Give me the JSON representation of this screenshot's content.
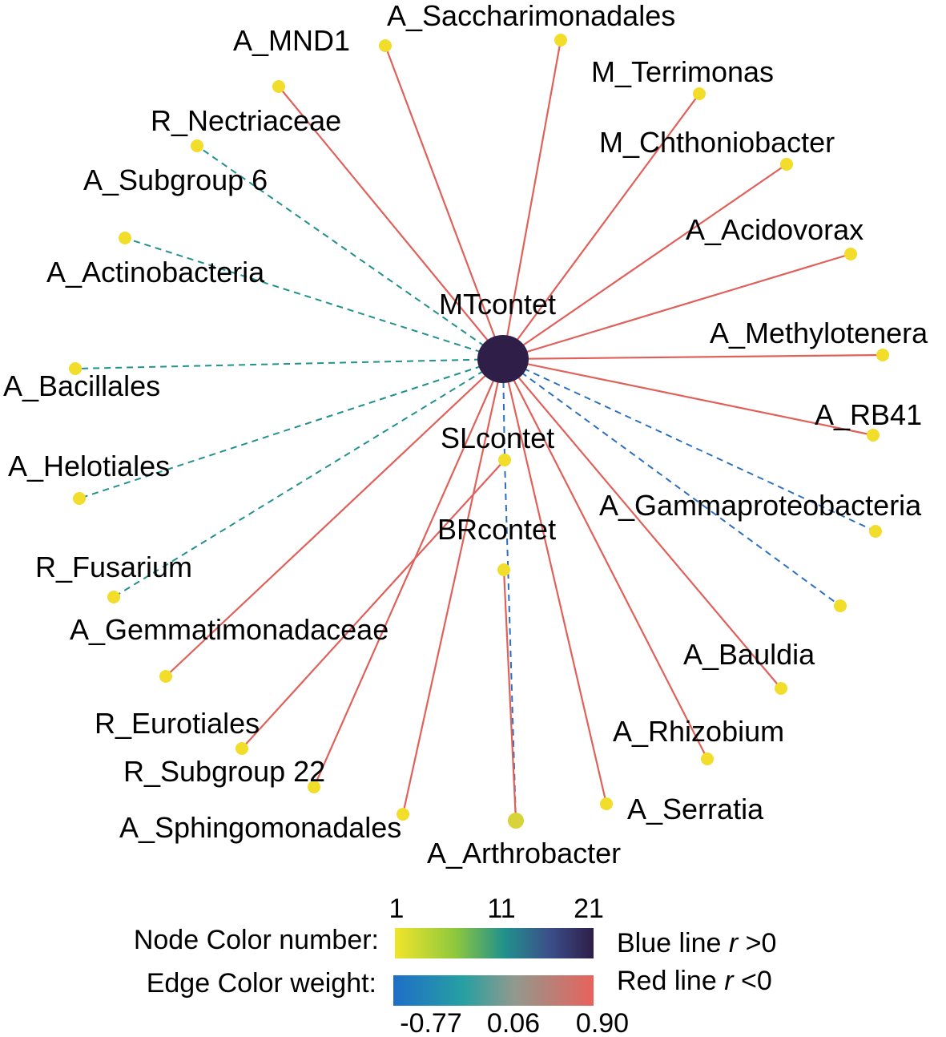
{
  "nodes": [
    {
      "id": "MTcontet",
      "label": "MTcontet",
      "hub": true
    },
    {
      "id": "A_Saccharimonadales",
      "label": "A_Saccharimonadales"
    },
    {
      "id": "A_MND1",
      "label": "A_MND1"
    },
    {
      "id": "M_Terrimonas",
      "label": "M_Terrimonas"
    },
    {
      "id": "R_Nectriaceae",
      "label": "R_Nectriaceae"
    },
    {
      "id": "M_Chthoniobacter",
      "label": "M_Chthoniobacter"
    },
    {
      "id": "A_Subgroup 6",
      "label": "A_Subgroup 6"
    },
    {
      "id": "A_Acidovorax",
      "label": "A_Acidovorax"
    },
    {
      "id": "A_Actinobacteria",
      "label": "A_Actinobacteria"
    },
    {
      "id": "A_Methylotenera",
      "label": "A_Methylotenera"
    },
    {
      "id": "A_Bacillales",
      "label": "A_Bacillales"
    },
    {
      "id": "A_RB41",
      "label": "A_RB41"
    },
    {
      "id": "SLcontet",
      "label": "SLcontet"
    },
    {
      "id": "A_Helotiales",
      "label": "A_Helotiales"
    },
    {
      "id": "A_Gammaproteobacteria",
      "label": "A_Gammaproteobacteria"
    },
    {
      "id": "BRcontet",
      "label": "BRcontet"
    },
    {
      "id": "R_Fusarium",
      "label": "R_Fusarium"
    },
    {
      "id": "A_Gemmatimonadaceae",
      "label": "A_Gemmatimonadaceae"
    },
    {
      "id": "A_Bauldia",
      "label": "A_Bauldia"
    },
    {
      "id": "R_Eurotiales",
      "label": "R_Eurotiales"
    },
    {
      "id": "A_Rhizobium",
      "label": "A_Rhizobium"
    },
    {
      "id": "R_Subgroup 22",
      "label": "R_Subgroup 22"
    },
    {
      "id": "A_Serratia",
      "label": "A_Serratia"
    },
    {
      "id": "A_Sphingomonadales",
      "label": "A_Sphingomonadales"
    },
    {
      "id": "A_Arthrobacter",
      "label": "A_Arthrobacter"
    },
    {
      "id": "_unlabeled_right",
      "label": ""
    }
  ],
  "edges": [
    {
      "from": "MTcontet",
      "to": "A_MND1",
      "color": "red"
    },
    {
      "from": "MTcontet",
      "to": "A_Saccharimonadales",
      "color": "red"
    },
    {
      "from": "MTcontet",
      "to": "M_Terrimonas",
      "color": "red"
    },
    {
      "from": "MTcontet",
      "to": "M_Chthoniobacter",
      "color": "red"
    },
    {
      "from": "MTcontet",
      "to": "A_Acidovorax",
      "color": "red"
    },
    {
      "from": "MTcontet",
      "to": "A_Methylotenera",
      "color": "red"
    },
    {
      "from": "MTcontet",
      "to": "A_RB41",
      "color": "red"
    },
    {
      "from": "MTcontet",
      "to": "A_Gammaproteobacteria",
      "color": "blue"
    },
    {
      "from": "MTcontet",
      "to": "_unlabeled_right",
      "color": "blue"
    },
    {
      "from": "MTcontet",
      "to": "A_Bauldia",
      "color": "red"
    },
    {
      "from": "MTcontet",
      "to": "A_Rhizobium",
      "color": "red"
    },
    {
      "from": "MTcontet",
      "to": "A_Serratia",
      "color": "red"
    },
    {
      "from": "MTcontet",
      "to": "SLcontet",
      "color": "blue"
    },
    {
      "from": "MTcontet",
      "to": "A_Sphingomonadales",
      "color": "red"
    },
    {
      "from": "MTcontet",
      "to": "R_Subgroup 22",
      "color": "red"
    },
    {
      "from": "MTcontet",
      "to": "A_Gemmatimonadaceae",
      "color": "red"
    },
    {
      "from": "MTcontet",
      "to": "R_Fusarium",
      "color": "teal"
    },
    {
      "from": "MTcontet",
      "to": "A_Helotiales",
      "color": "teal"
    },
    {
      "from": "MTcontet",
      "to": "A_Bacillales",
      "color": "teal"
    },
    {
      "from": "MTcontet",
      "to": "A_Actinobacteria",
      "color": "teal"
    },
    {
      "from": "MTcontet",
      "to": "R_Nectriaceae",
      "color": "red"
    },
    {
      "from": "MTcontet",
      "to": "A_Subgroup 6",
      "color": "teal"
    },
    {
      "from": "SLcontet",
      "to": "R_Eurotiales",
      "color": "red"
    },
    {
      "from": "SLcontet",
      "to": "A_Arthrobacter",
      "color": "blue"
    },
    {
      "from": "BRcontet",
      "to": "A_Arthrobacter",
      "color": "red"
    }
  ],
  "colors": {
    "red_edge": "#e0605a",
    "teal_edge": "#21918c",
    "blue_edge": "#2a6fc0",
    "leaf_node": "#f1dd2a",
    "hub_node": "#2e1e48",
    "node_scale": [
      "#f1e52a",
      "#8fc83c",
      "#21918c",
      "#3b4f8a",
      "#2e1e48"
    ],
    "edge_scale": [
      "#1f6ec8",
      "#26a0a2",
      "#8f9a8e",
      "#e8625c"
    ]
  },
  "legend": {
    "node_color_label": "Node Color number:",
    "node_ticks": [
      "1",
      "11",
      "21"
    ],
    "edge_color_label": "Edge Color weight:",
    "edge_ticks": [
      "-0.77",
      "0.06",
      "0.90"
    ],
    "blue_text": "Blue line ",
    "red_text": "Red line ",
    "r_symbol": "r",
    "blue_condition": " >0",
    "red_condition": " <0"
  }
}
